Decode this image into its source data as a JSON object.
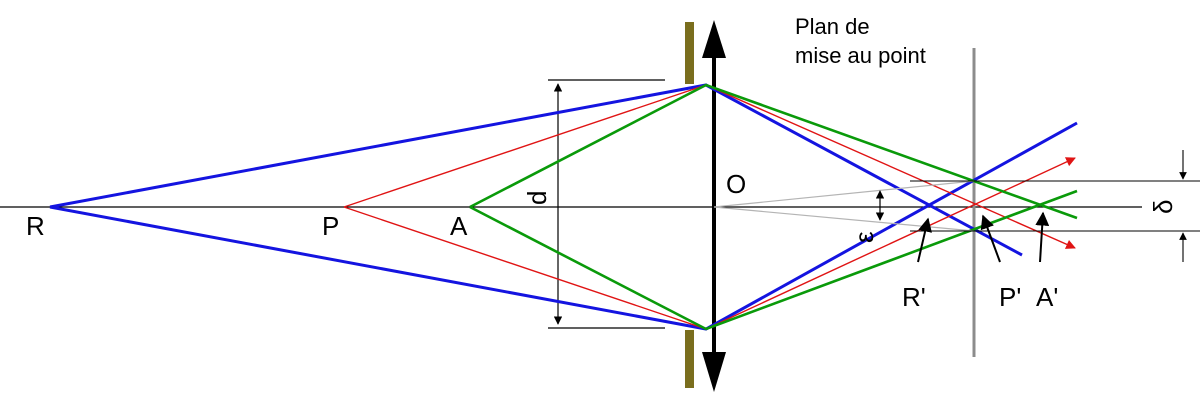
{
  "title_lines": [
    "Plan de",
    "mise au point"
  ],
  "points": {
    "R": "R",
    "P": "P",
    "A": "A",
    "O": "O",
    "R_img": "R'",
    "P_img": "P'",
    "A_img": "A'"
  },
  "symbols": {
    "d": "d",
    "epsilon": "ε",
    "delta": "δ"
  },
  "colors": {
    "blue_rays": "#1414e0",
    "red_rays": "#e01414",
    "green_rays": "#0a9a0a",
    "lens": "#000000",
    "diaphragm": "#7a6e1e",
    "focus_plane": "#8c8c8c",
    "axis": "#000000",
    "guide_lines": "#b4b4b4"
  },
  "icons": {
    "lens": "double-arrow-converging-lens-icon",
    "diaphragm": "aperture-stop-bar-icon"
  }
}
